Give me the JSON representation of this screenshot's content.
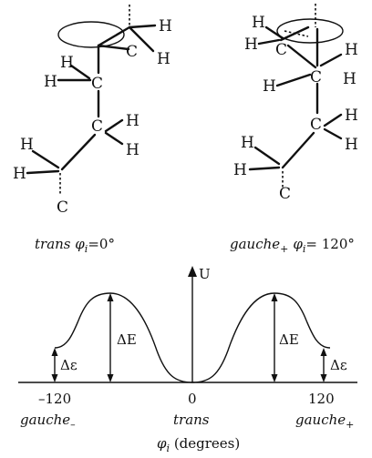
{
  "left_molecule": {
    "atoms": {
      "c_top": "C",
      "h_top_right_1": "H",
      "h_top_right_2": "H",
      "h_mid_1": "H",
      "h_mid_2": "H",
      "c_mid": "C",
      "c_low": "C",
      "h_low_1": "H",
      "h_low_2": "H",
      "h_bot_1": "H",
      "h_bot_2": "H",
      "c_bot": "C"
    },
    "caption_word": "trans",
    "caption_angle": "φ",
    "caption_sub": "i",
    "caption_value": "=0°"
  },
  "right_molecule": {
    "atoms": {
      "c_top": "C",
      "h_top_1": "H",
      "h_top_2": "H",
      "h_top_3": "H",
      "h_mid": "H",
      "c_mid": "C",
      "h_right": "H",
      "c_low": "C",
      "h_low_1": "H",
      "h_low_2": "H",
      "h_bot_1": "H",
      "h_bot_2": "H",
      "c_bot": "C"
    },
    "caption_word": "gauche",
    "caption_word_sub": "+",
    "caption_angle": "φ",
    "caption_sub": "i",
    "caption_value": "= 120°"
  },
  "energy_plot": {
    "y_axis_label": "U",
    "barrier_label": "ΔE",
    "barrier_label_right": "ΔE",
    "gap_label": "Δε",
    "gap_label_right": "Δε",
    "tick_minus": "–120",
    "tick_zero": "0",
    "tick_plus": "120",
    "state_minus": "gauche",
    "state_minus_sub": "–",
    "state_zero": "trans",
    "state_plus": "gauche",
    "state_plus_sub": "+",
    "x_axis_symbol": "φ",
    "x_axis_sub": "i",
    "x_axis_units": " (degrees)"
  }
}
